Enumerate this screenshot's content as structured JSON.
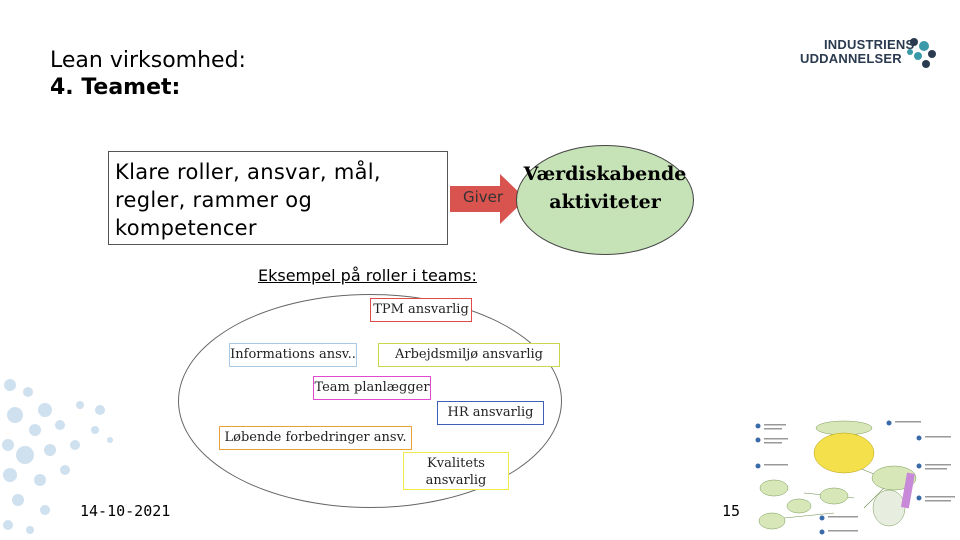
{
  "title": {
    "line1": "Lean virksomhed:",
    "line2": "4. Teamet:"
  },
  "logo": {
    "line1": "INDUSTRIENS",
    "line2": "UDDANNELSER"
  },
  "roles_box": {
    "line1": "Klare roller, ansvar, mål,",
    "line2": "regler, rammer og",
    "line3": "kompetencer"
  },
  "arrow_label": "Giver",
  "value_box": {
    "line1": "Værdiskabende",
    "line2": "aktiviteter"
  },
  "example_label": "Eksempel på roller i teams:",
  "roles": {
    "tpm": "TPM ansvarlig",
    "info": "Informations ansv..",
    "arbejdsmiljo": "Arbejdsmiljø ansvarlig",
    "plan": "Team planlægger",
    "hr": "HR ansvarlig",
    "lobende": "Løbende forbedringer ansv.",
    "kvalitet_line1": "Kvalitets",
    "kvalitet_line2": "ansvarlig"
  },
  "footer": {
    "date": "14-10-2021",
    "page": "15"
  },
  "colors": {
    "value_fill": "#c6e2b7",
    "arrow_fill": "#d9534f",
    "logo_dark": "#2a3a4f",
    "logo_teal": "#3a9aa8",
    "dots": "#cfe0ef"
  }
}
